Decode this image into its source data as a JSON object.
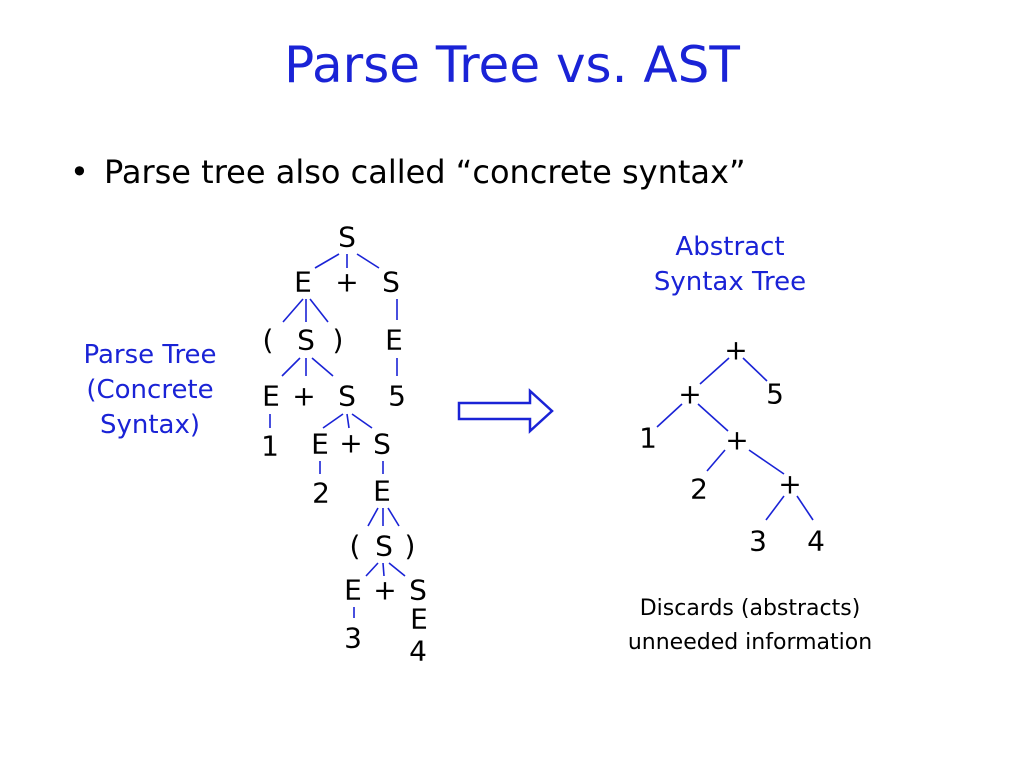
{
  "slide": {
    "title": "Parse Tree vs. AST",
    "bullet": "Parse tree also called “concrete syntax”",
    "accent_color": "#1a23d6"
  },
  "parse_tree": {
    "label_line1": "Parse Tree",
    "label_line2": "(Concrete",
    "label_line3": "Syntax)",
    "nodes": [
      "S",
      "E",
      "+",
      "S",
      "(",
      "S",
      ")",
      "E",
      "E",
      "+",
      "S",
      "5",
      "1",
      "E",
      "+",
      "S",
      "2",
      "E",
      "(",
      "S",
      ")",
      "E",
      "+",
      "S",
      "E",
      "3",
      "4"
    ]
  },
  "arrow": {
    "icon": "right-arrow-icon"
  },
  "ast": {
    "label_line1": "Abstract",
    "label_line2": "Syntax Tree",
    "nodes": [
      "+",
      "+",
      "5",
      "1",
      "+",
      "2",
      "+",
      "3",
      "4"
    ],
    "note_line1": "Discards (abstracts)",
    "note_line2": "unneeded information"
  }
}
